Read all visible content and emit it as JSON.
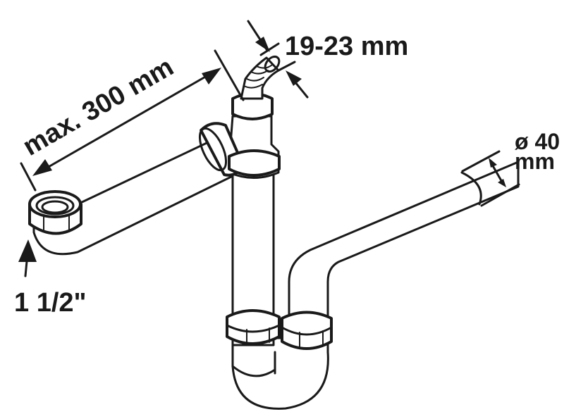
{
  "diagram": {
    "subject": "Sink siphon (P-trap) with side branch and appliance hose connector",
    "colors": {
      "line": "#1a1a1a",
      "background": "#ffffff"
    },
    "labels": {
      "hose_connector": "19-23 mm",
      "branch_length": "max. 300 mm",
      "pipe_diameter_line1": "ø 40",
      "pipe_diameter_line2": "mm",
      "inlet_thread": "1 1/2\""
    },
    "components": [
      "left-inlet-nut",
      "horizontal-branch-pipe",
      "tee-fitting",
      "hose-connector",
      "vertical-tailpiece",
      "u-bend-trap",
      "outlet-pipe"
    ]
  }
}
